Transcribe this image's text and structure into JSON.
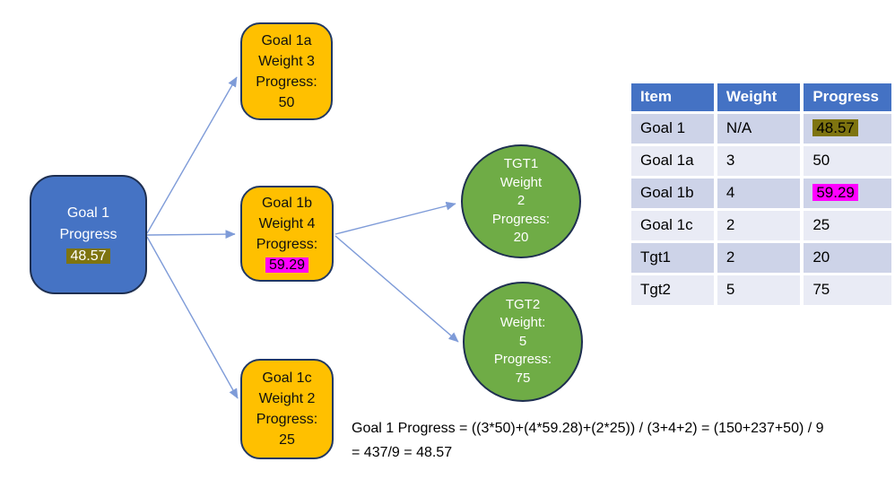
{
  "diagram": {
    "goal1": {
      "line1": "Goal 1",
      "line2": "Progress",
      "value": "48.57"
    },
    "goal1a": {
      "line1": "Goal 1a",
      "line2": "Weight 3",
      "line3": "Progress:",
      "value": "50"
    },
    "goal1b": {
      "line1": "Goal 1b",
      "line2": "Weight 4",
      "line3": "Progress:",
      "value": "59.29"
    },
    "goal1c": {
      "line1": "Goal 1c",
      "line2": "Weight 2",
      "line3": "Progress:",
      "value": "25"
    },
    "tgt1": {
      "line1": "TGT1",
      "line2": "Weight",
      "line3": "2",
      "line4": "Progress:",
      "value": "20"
    },
    "tgt2": {
      "line1": "TGT2",
      "line2": "Weight:",
      "line3": "5",
      "line4": "Progress:",
      "value": "75"
    }
  },
  "table": {
    "headers": [
      "Item",
      "Weight",
      "Progress"
    ],
    "rows": [
      {
        "item": "Goal 1",
        "weight": "N/A",
        "progress": "48.57"
      },
      {
        "item": "Goal 1a",
        "weight": "3",
        "progress": "50"
      },
      {
        "item": "Goal 1b",
        "weight": "4",
        "progress": "59.29"
      },
      {
        "item": "Goal 1c",
        "weight": "2",
        "progress": "25"
      },
      {
        "item": "Tgt1",
        "weight": "2",
        "progress": "20"
      },
      {
        "item": "Tgt2",
        "weight": "5",
        "progress": "75"
      }
    ]
  },
  "formula": {
    "line1": "Goal 1 Progress = ((3*50)+(4*59.28)+(2*25)) / (3+4+2) = (150+237+50) / 9",
    "line2": "= 437/9 = 48.57"
  },
  "colors": {
    "node_blue": "#4573C4",
    "node_orange": "#FFC000",
    "node_green": "#6FAC46",
    "node_border": "#203864",
    "table_header": "#4472C4",
    "band_dark": "#CDD3E8",
    "band_light": "#E9EBF5",
    "highlight_olive": "#7E7410",
    "highlight_magenta": "#FF00FF",
    "arrow": "#7E9BD8"
  }
}
